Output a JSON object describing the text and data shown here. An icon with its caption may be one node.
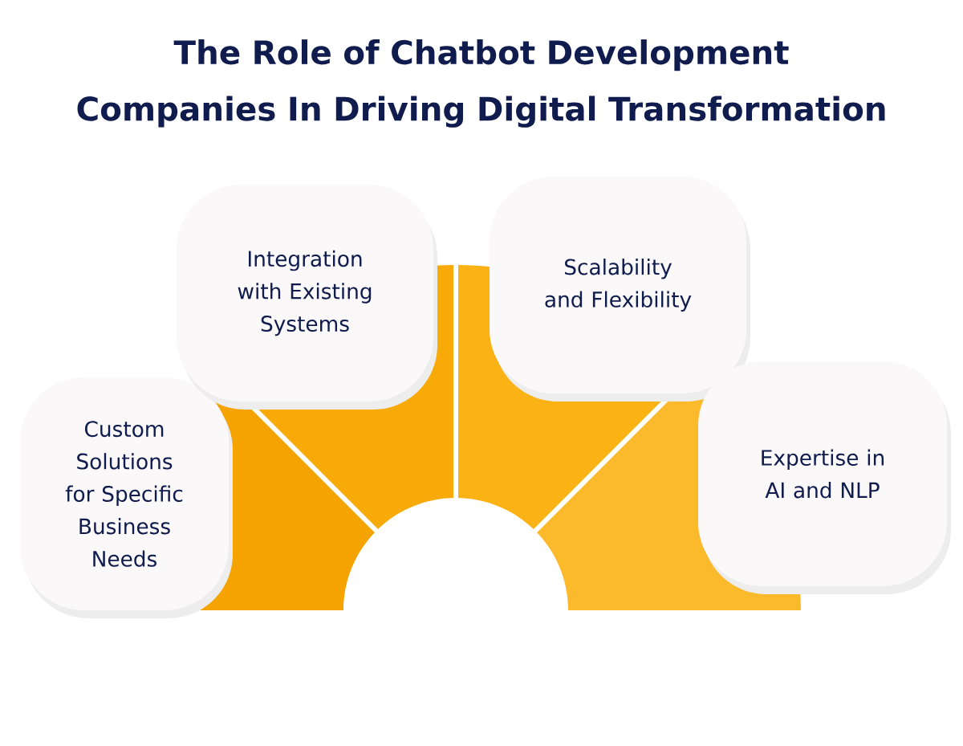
{
  "diagram": {
    "title": "The Role of Chatbot Development Companies In Driving Digital Transformation",
    "nodes": [
      {
        "text": [
          "Custom Solutions for Specific Business Needs"
        ]
      },
      {
        "text": [
          "Integration with Existing Systems"
        ]
      },
      {
        "text": [
          "Scalability and Flexibility"
        ]
      },
      {
        "text": [
          "Expertise in AI and NLP"
        ]
      }
    ]
  }
}
